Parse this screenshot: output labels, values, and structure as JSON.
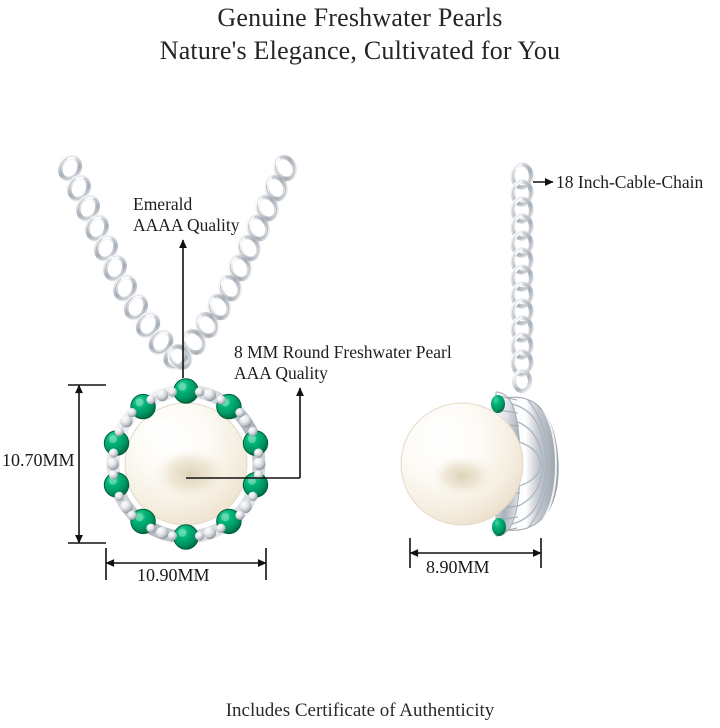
{
  "headings": {
    "main_title": "Genuine Freshwater Pearls",
    "subtitle": "Nature's Elegance, Cultivated for You"
  },
  "footer": {
    "note": "Includes Certificate of Authenticity"
  },
  "callouts": [
    {
      "id": "emerald",
      "line1": "Emerald",
      "line2": "AAAA Quality",
      "arrow": "up-arrow-icon"
    },
    {
      "id": "pearl",
      "line1": "8 MM Round Freshwater Pearl",
      "line2": "AAA Quality",
      "arrow": "elbow-up-arrow-icon"
    },
    {
      "id": "chain",
      "line1": "18 Inch-Cable-Chain",
      "line2": "",
      "arrow": "right-arrow-icon"
    }
  ],
  "dimensions": {
    "front_height": "10.70MM",
    "front_width": "10.90MM",
    "side_width": "8.90MM"
  },
  "product": {
    "pearl_size_mm": 8,
    "pearl_shape": "Round",
    "pearl_type": "Freshwater",
    "pearl_quality": "AAA",
    "gemstone": "Emerald",
    "gemstone_quality": "AAAA",
    "halo_stone_count": 10,
    "chain_length": "18 Inch",
    "chain_style": "Cable"
  },
  "colors": {
    "background": "#ffffff",
    "text": "#1a1a1a",
    "emerald": "#00a06a",
    "emerald_dark": "#007a4e",
    "emerald_light": "#3fc99a",
    "metal": "#d8dade",
    "metal_dark": "#9ba1a8",
    "metal_light": "#ffffff",
    "pearl": "#fdfbf6",
    "pearl_shadow": "#ded0b6",
    "line": "#111111"
  }
}
